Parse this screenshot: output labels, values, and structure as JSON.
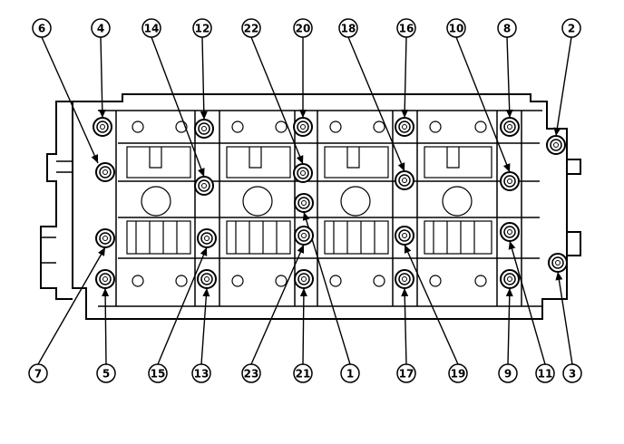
{
  "diagram": {
    "labels_top": [
      "6",
      "4",
      "14",
      "12",
      "22",
      "20",
      "18",
      "16",
      "10",
      "8",
      "2"
    ],
    "labels_bottom": [
      "7",
      "5",
      "15",
      "13",
      "23",
      "21",
      "1",
      "17",
      "19",
      "9",
      "11",
      "3"
    ]
  }
}
